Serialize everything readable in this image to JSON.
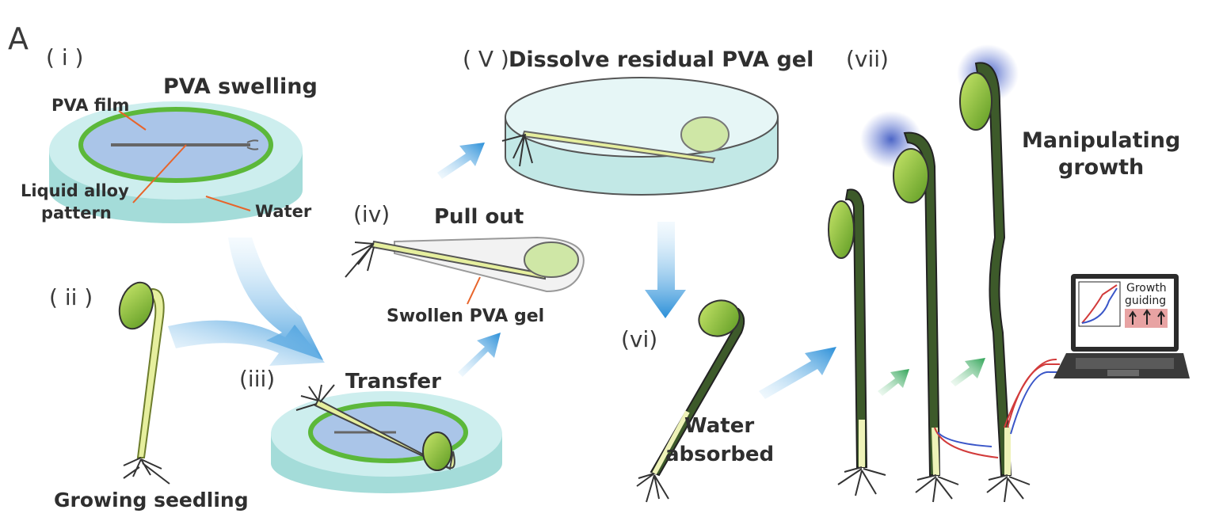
{
  "panel": {
    "letter": "A"
  },
  "steps": {
    "i": {
      "numeral": "( i )",
      "title": "PVA swelling"
    },
    "ii": {
      "numeral": "( ii )",
      "title": "Growing seedling"
    },
    "iii": {
      "numeral": "(iii)",
      "title": "Transfer"
    },
    "iv": {
      "numeral": "(iv)",
      "title": "Pull out"
    },
    "v": {
      "numeral": "( V )",
      "title": "Dissolve residual PVA gel"
    },
    "vi": {
      "numeral": "(vi)",
      "title_line1": "Water",
      "title_line2": "absorbed"
    },
    "vii": {
      "numeral": "(vii)",
      "title_line1": "Manipulating",
      "title_line2": "growth"
    }
  },
  "labels": {
    "pva_film": "PVA film",
    "alloy_line1": "Liquid alloy",
    "alloy_line2": "pattern",
    "water": "Water",
    "swollen_gel": "Swollen PVA gel"
  },
  "laptop": {
    "screen_line1": "Growth",
    "screen_line2": "guiding"
  },
  "colors": {
    "dish_top": "#c9ecec",
    "dish_side": "#9fd9d6",
    "film": "#a9c4e6",
    "ring": "#5cb83a",
    "seed": "#8cc43c",
    "stem": "#eef2b8",
    "arrow_blue": "#4aa8e0",
    "arrow_green": "#3fae5e",
    "leader": "#e8642a"
  }
}
